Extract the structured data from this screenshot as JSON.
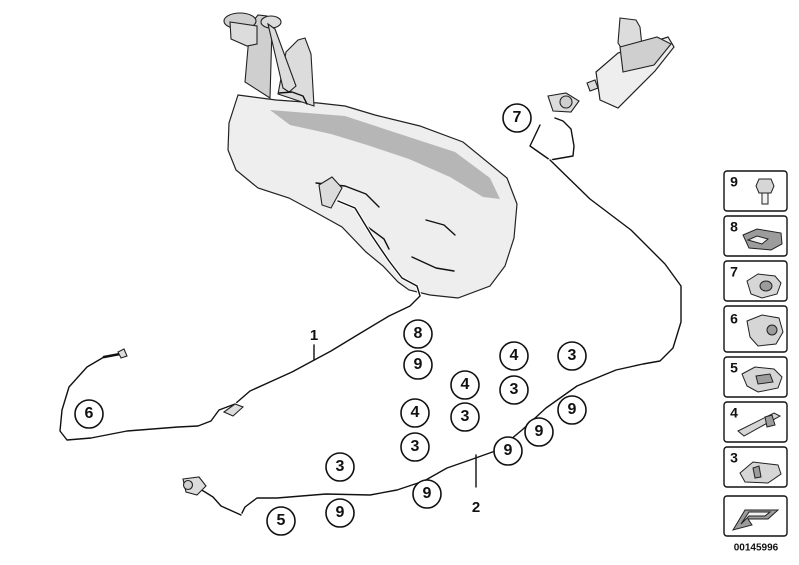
{
  "diagram": {
    "callouts": {
      "left_pipe_end": "6",
      "upper_right": "7",
      "middle_col_top": "8",
      "middle_col_bottom": "9",
      "cluster_a_top": "4",
      "cluster_a_bottom": "3",
      "cluster_b_top": "4",
      "cluster_b_bottom": "3",
      "cluster_c_top": "4",
      "cluster_c_bottom": "3",
      "cluster_d_top": "3",
      "bottom_left_5": "5",
      "bottom_left_3": "3",
      "bottom_left_9": "9",
      "center_9": "9",
      "right_9_a": "9",
      "right_9_b": "9",
      "right_9_c": "9"
    },
    "labels": {
      "line_1": "1",
      "line_2": "2"
    },
    "side_panel": {
      "items": [
        "9",
        "8",
        "7",
        "6",
        "5",
        "4",
        "3"
      ]
    },
    "diagram_id": "00145996"
  }
}
